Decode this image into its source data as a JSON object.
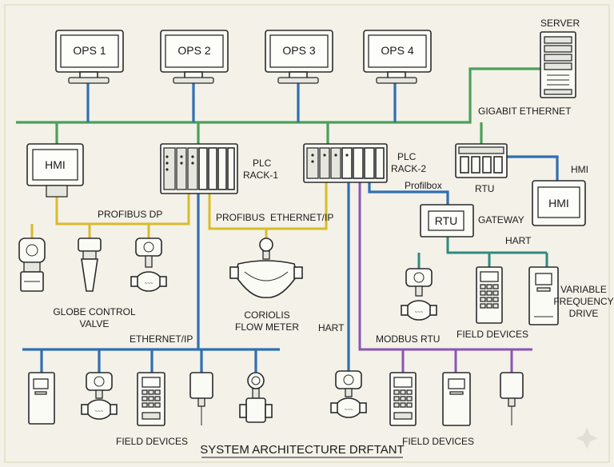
{
  "operator_stations": [
    "OPS 1",
    "OPS 2",
    "OPS 3",
    "OPS 4"
  ],
  "server_label": "SERVER",
  "gigabit_label": "GIGABIT ETHERNET",
  "hmi_left_label": "HMI",
  "hmi_right": {
    "screen": "HMI",
    "caption": "HMI"
  },
  "plc1": {
    "line1": "PLC",
    "line2": "RACK-1"
  },
  "plc2": {
    "line1": "PLC",
    "line2": "RACK-2"
  },
  "rtu_top_label": "RTU",
  "profibox_label": "Profilbox",
  "rtu_gateway": {
    "box": "RTU",
    "caption": "GATEWAY"
  },
  "profibus_dp_label": "PROFIBUS DP",
  "profibus_label": "PROFIBUS",
  "ethernet_ip_mid_label": "ETHERNET/IP",
  "hart_right_label": "HART",
  "globe_valve_label": [
    "GLOBE CONTROL",
    "VALVE"
  ],
  "coriolis_label": [
    "CORIOLIS",
    "FLOW METER"
  ],
  "vfd_label": [
    "VARIABLE",
    "FREQUENCY",
    "DRIVE"
  ],
  "field_devices_right": "FIELD DEVICES",
  "ethernet_ip_bottom_label": "ETHERNET/IP",
  "hart_mid_label": "HART",
  "modbus_label": "MODBUS RTU",
  "field_devices_left": "FIELD DEVICES",
  "field_devices_mid": "FIELD DEVICES",
  "diagram_title": "SYSTEM ARCHITECTURE  DRFTANT",
  "colors": {
    "background": "#f3f1e8",
    "gigabit_ethernet": "#4aa05a",
    "ethernet_ip": "#2f6fb2",
    "profibus": "#d8bc2a",
    "modbus_rtu": "#8a55b4",
    "hart": "#2f8a7e"
  }
}
